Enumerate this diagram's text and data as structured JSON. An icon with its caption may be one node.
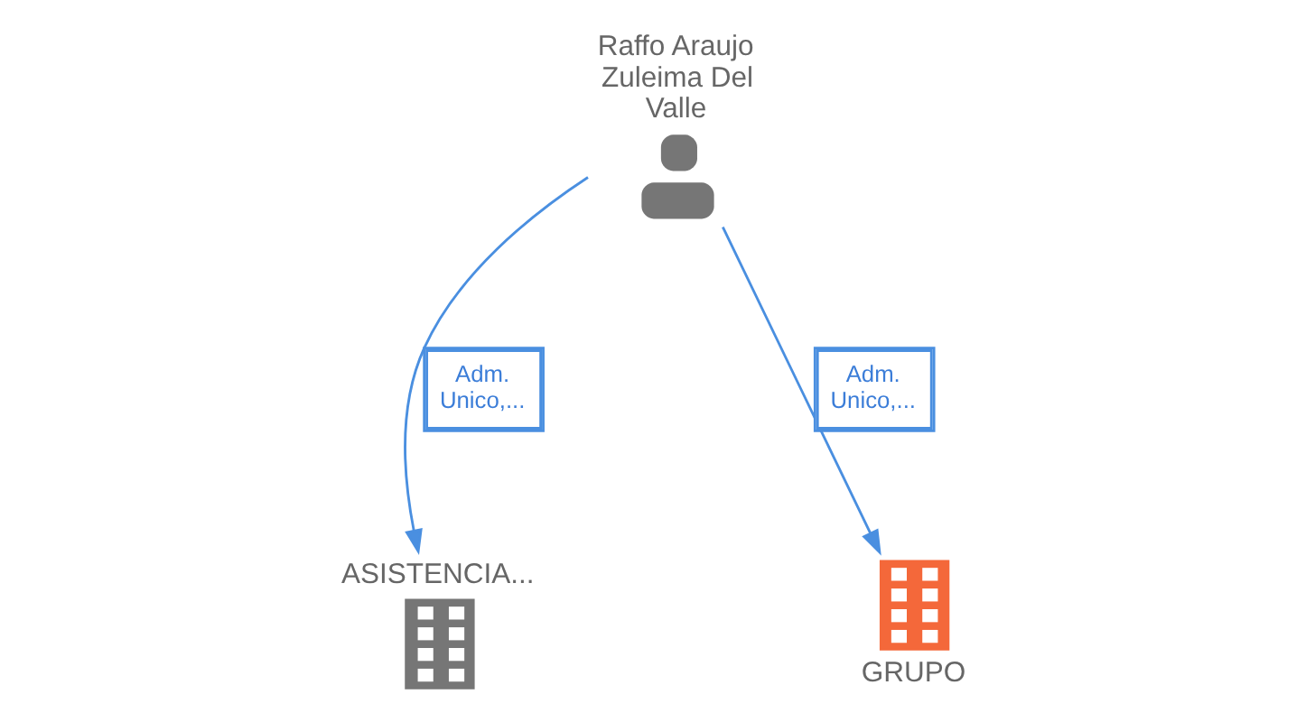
{
  "diagram": {
    "nodes": [
      {
        "text": [
          "ASISTENCIA..."
        ]
      },
      {
        "text": [
          "Raffo Araujo Zuleima Del Valle"
        ]
      },
      {
        "text": [
          "GRUPO"
        ]
      }
    ],
    "edges": [
      {
        "from": 1,
        "to": 0,
        "arrow": "to",
        "label": "Adm. Unico,..."
      },
      {
        "from": 1,
        "to": 2,
        "arrow": "to",
        "label": "Adm. Unico,..."
      }
    ]
  }
}
